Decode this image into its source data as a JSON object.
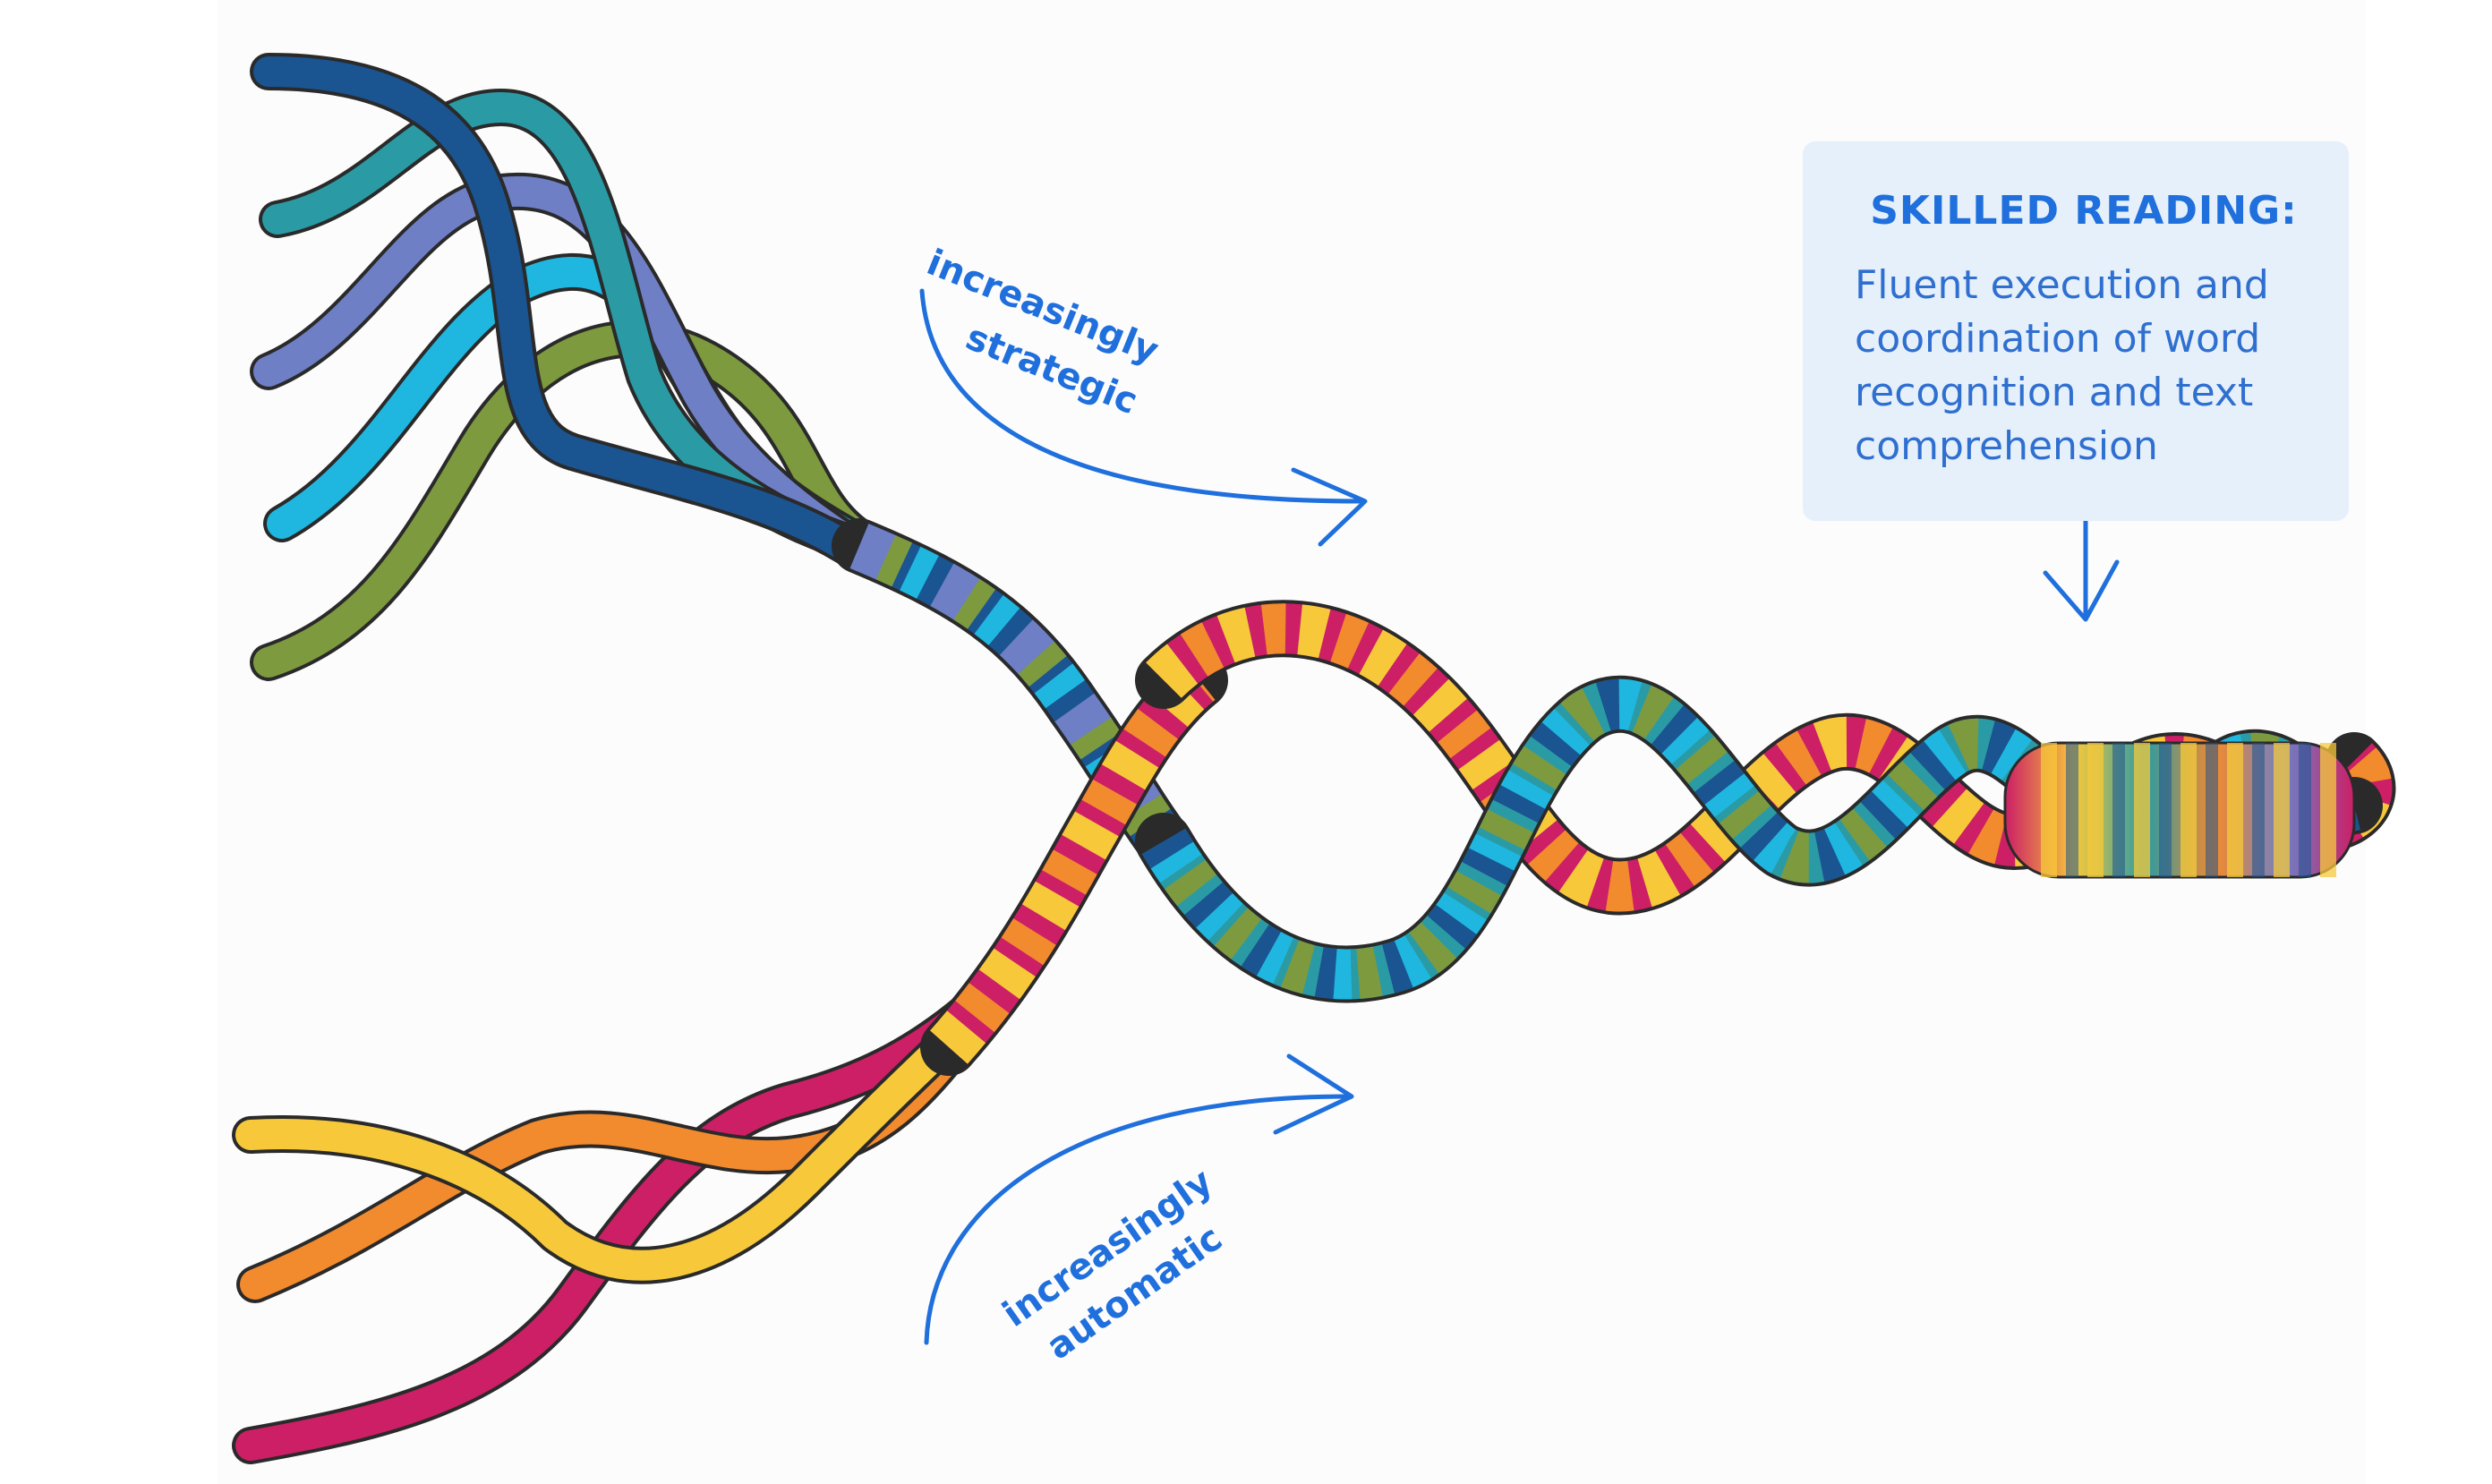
{
  "colors": {
    "arrow_blue": "#1f6fdc",
    "box_bg": "#e6f0fb",
    "upper_strands": [
      "#1a5491",
      "#2a9ba5",
      "#6e7fc6",
      "#1fb7e0",
      "#7d9a3f"
    ],
    "lower_strands": [
      "#f7c93a",
      "#f28a2e",
      "#cc1f66"
    ]
  },
  "labels": {
    "strategic": [
      "increasingly",
      "strategic"
    ],
    "automatic": [
      "increasingly",
      "automatic"
    ]
  },
  "skilled_reading": {
    "title": "SKILLED READING:",
    "description": "Fluent execution and coordination of word recognition and text comprehension"
  }
}
